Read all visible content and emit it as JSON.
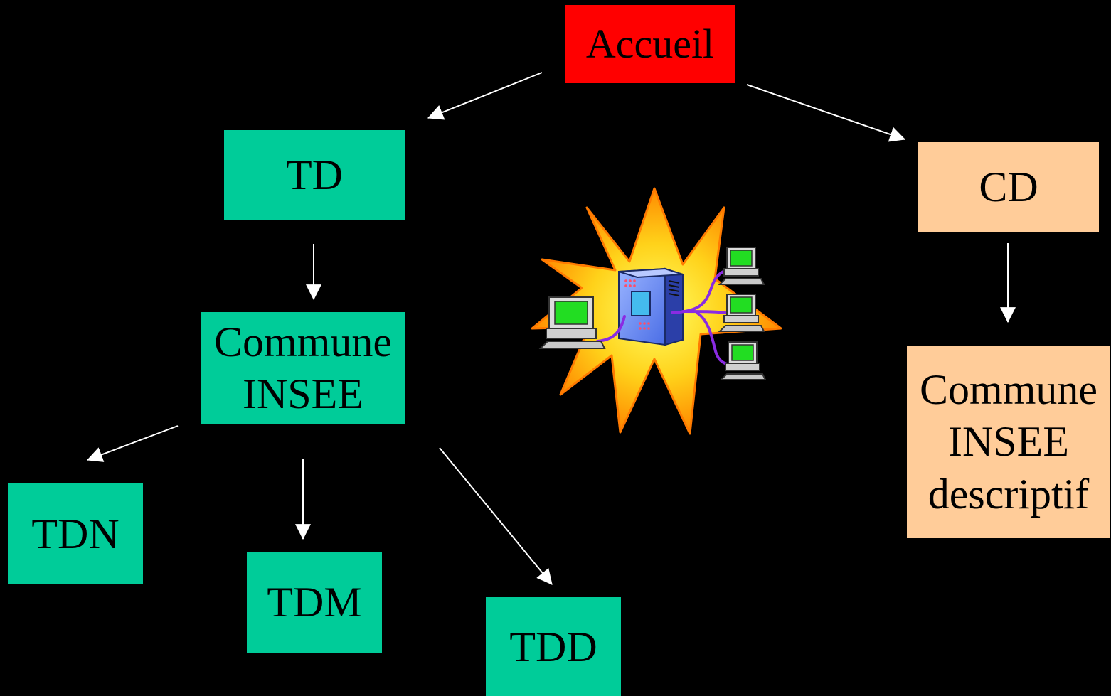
{
  "nodes": {
    "accueil": {
      "label": "Accueil",
      "color": "#ff0000"
    },
    "td": {
      "label": "TD",
      "color": "#00cc99"
    },
    "cd": {
      "label": "CD",
      "color": "#ffcc99"
    },
    "commune_insee": {
      "lines": [
        "Commune",
        "INSEE"
      ],
      "color": "#00cc99"
    },
    "commune_insee_descriptif": {
      "lines": [
        "Commune",
        "INSEE",
        "descriptif"
      ],
      "color": "#ffcc99"
    },
    "tdn": {
      "label": "TDN",
      "color": "#00cc99"
    },
    "tdm": {
      "label": "TDM",
      "color": "#00cc99"
    },
    "tdd": {
      "label": "TDD",
      "color": "#00cc99"
    }
  },
  "edges": [
    {
      "from": "accueil",
      "to": "td"
    },
    {
      "from": "accueil",
      "to": "cd"
    },
    {
      "from": "td",
      "to": "commune_insee"
    },
    {
      "from": "cd",
      "to": "commune_insee_descriptif"
    },
    {
      "from": "commune_insee",
      "to": "tdn"
    },
    {
      "from": "commune_insee",
      "to": "tdm"
    },
    {
      "from": "commune_insee",
      "to": "tdd"
    }
  ],
  "clipart": "network-server-clipart"
}
